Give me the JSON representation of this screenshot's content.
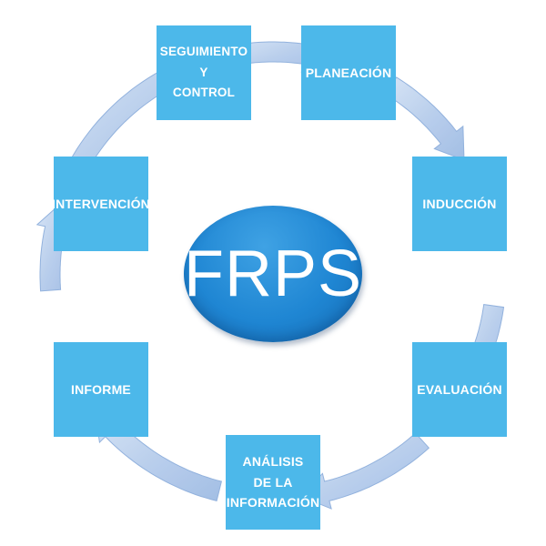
{
  "center_label": "FRPS",
  "steps": [
    {
      "id": "planeacion",
      "label": "PLANEACIÓN"
    },
    {
      "id": "induccion",
      "label": "INDUCCIÓN"
    },
    {
      "id": "evaluacion",
      "label": "EVALUACIÓN"
    },
    {
      "id": "analisis",
      "label": "ANÁLISIS\nDE LA\nINFORMACIÓN"
    },
    {
      "id": "informe",
      "label": "INFORME"
    },
    {
      "id": "intervencion",
      "label": "INTERVENCIÓN"
    },
    {
      "id": "seguimiento",
      "label": "SEGUIMIENTO\nY\nCONTROL"
    }
  ],
  "colors": {
    "box_fill": "#4cb8ea",
    "box_text": "#ffffff",
    "center_fill": "#1f86d3",
    "arrow_fill": "#b6cfee",
    "arrow_edge": "#8daedc"
  }
}
